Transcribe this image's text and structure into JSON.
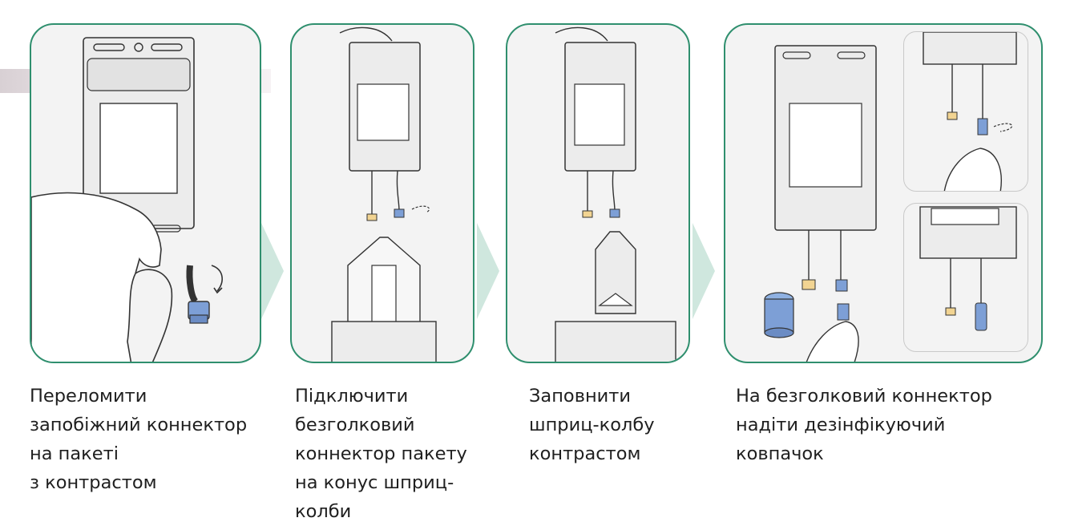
{
  "colors": {
    "panel_border": "#2f8f6e",
    "panel_bg": "#f3f3f3",
    "connector_blue": "#7d9fd6",
    "arrow_green": "#cfe7de"
  },
  "steps": [
    {
      "caption": "Переломити\nзапобіжний коннектор\nна пакеті\nз контрастом"
    },
    {
      "caption": "Підключити\nбезголковий\nконнектор пакету\nна конус шприц-\nколби"
    },
    {
      "caption": "Заповнити\nшприц-колбу\nконтрастом"
    },
    {
      "caption": "На безголковий коннектор\nнадіти дезінфікуючий\nковпачок"
    }
  ]
}
